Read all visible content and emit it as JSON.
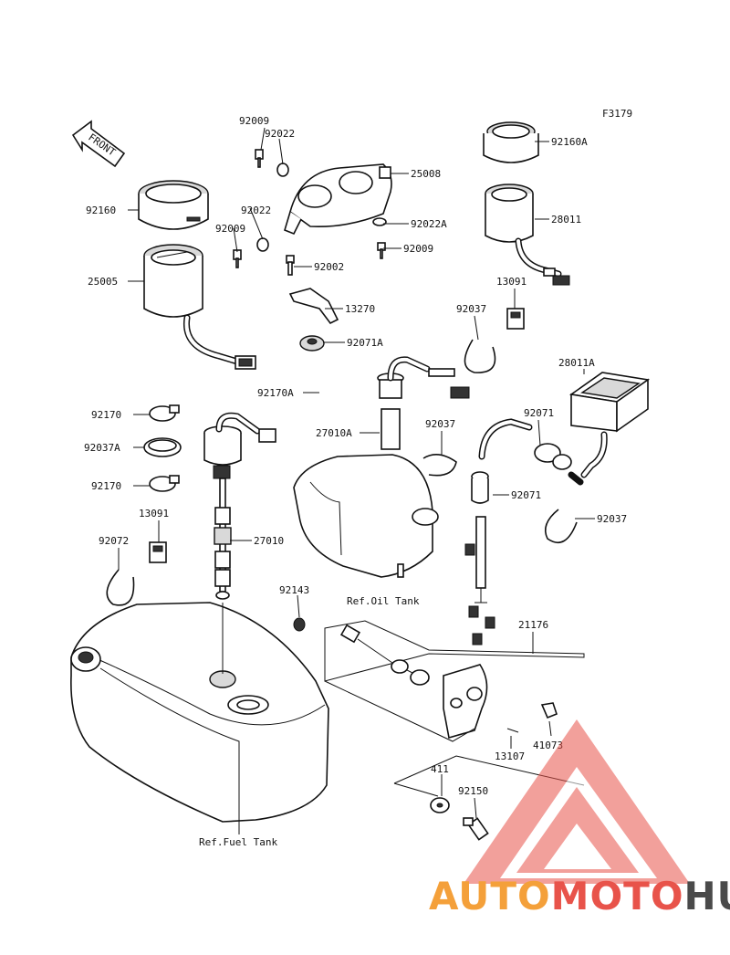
{
  "figure_code": "F3179",
  "front_arrow_text": "FRONT",
  "watermark": {
    "part1": "AUTO",
    "part2": "MOTO",
    "part3": "HUB",
    "color_auto": "#f4a03a",
    "color_moto": "#e8534a",
    "color_hub": "#4a4a4a"
  },
  "labels": {
    "p92009_top": "92009",
    "p92022_top": "92022",
    "p25008": "25008",
    "p92160A": "92160A",
    "p92160": "92160",
    "p92022_mid": "92022",
    "p92009_mid": "92009",
    "p92022A": "92022A",
    "p28011": "28011",
    "p92009_right": "92009",
    "p25005": "25005",
    "p92002": "92002",
    "p13091_top": "13091",
    "p13270": "13270",
    "p92037_top": "92037",
    "p92071A": "92071A",
    "p28011A": "28011A",
    "p92170A": "92170A",
    "p92170_top": "92170",
    "p92037_mid": "92037",
    "p92071_top": "92071",
    "p27010A": "27010A",
    "p92037A": "92037A",
    "p92071_mid": "92071",
    "p92170_bot": "92170",
    "p92037_right": "92037",
    "p13091_left": "13091",
    "p92072": "92072",
    "p27010": "27010",
    "p92143": "92143",
    "ref_oil_tank": "Ref.Oil Tank",
    "p21176": "21176",
    "p13107": "13107",
    "p41073": "41073",
    "p411": "411",
    "p92150": "92150",
    "ref_fuel_tank": "Ref.Fuel Tank"
  }
}
